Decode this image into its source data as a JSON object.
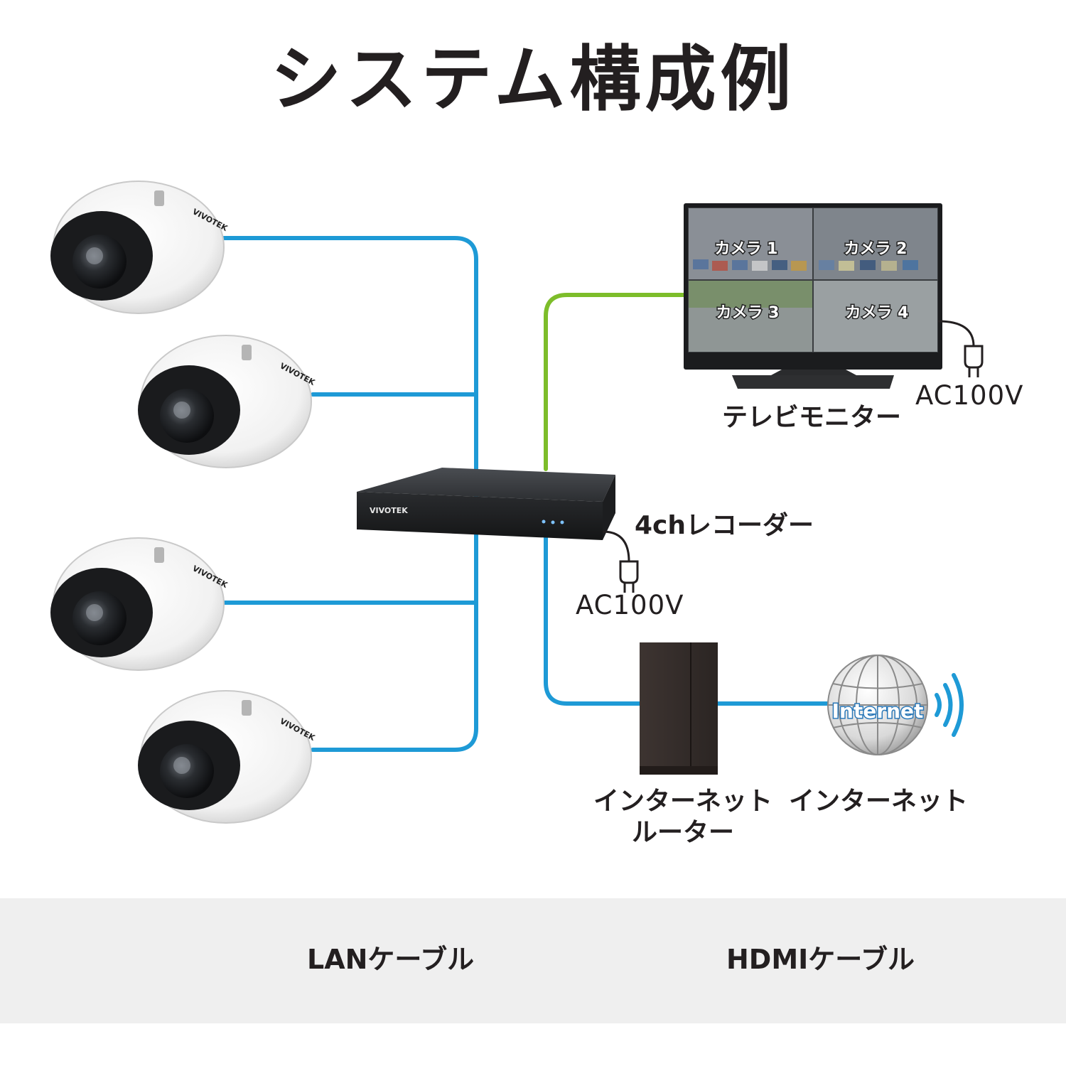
{
  "title": "システム構成例",
  "labels": {
    "monitor": "テレビモニター",
    "recorder": "4chレコーダー",
    "ac_monitor": "AC100V",
    "ac_recorder": "AC100V",
    "router_line1": "インターネット",
    "router_line2": "ルーター",
    "internet": "インターネット",
    "internet_badge": "Internet",
    "brand": "VIVOTEK"
  },
  "monitor_screen": {
    "quadrants": [
      "カメラ 1",
      "カメラ 2",
      "カメラ 3",
      "カメラ 4"
    ]
  },
  "legend": {
    "lan": "LANケーブル",
    "hdmi": "HDMIケーブル"
  },
  "colors": {
    "lan": "#1e9ad6",
    "hdmi": "#7dbd2a",
    "legend_bg": "#efefef"
  }
}
